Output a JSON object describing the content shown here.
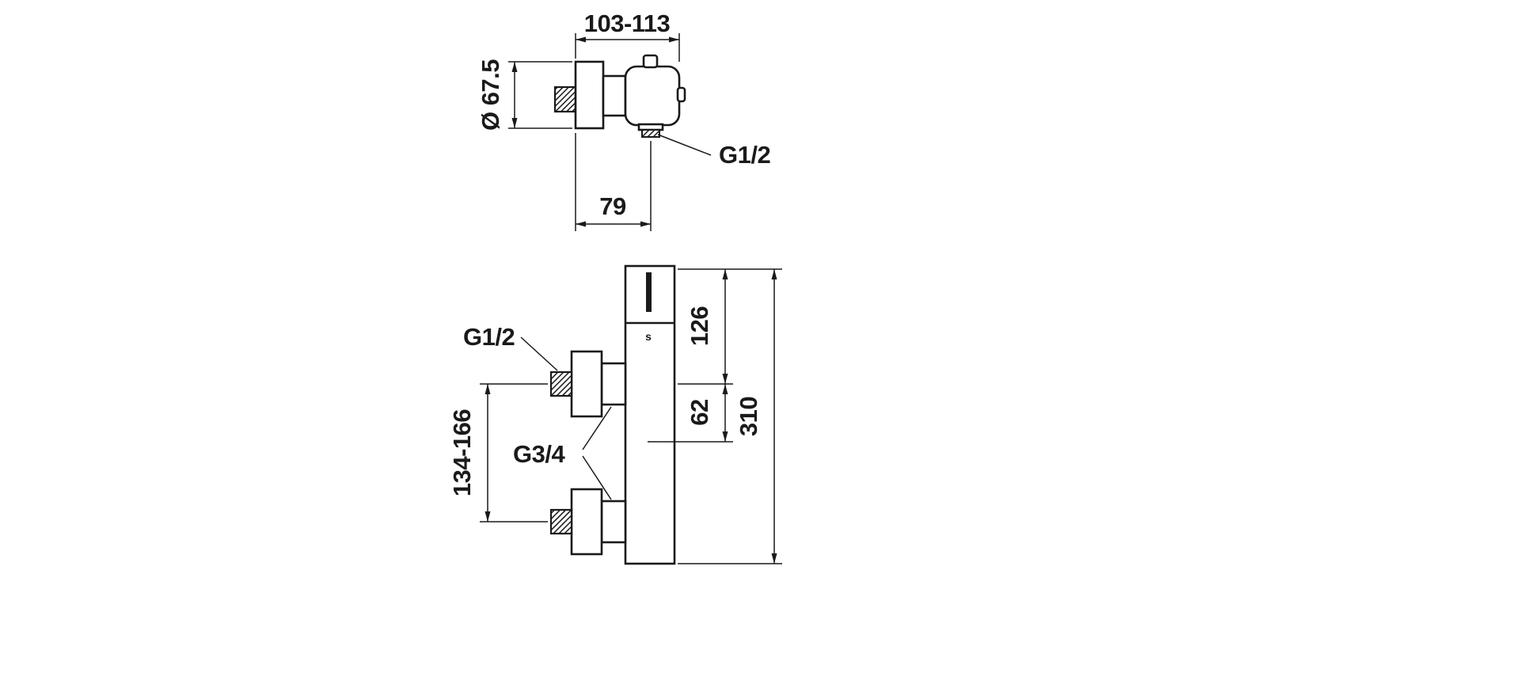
{
  "drawing": {
    "background": "#ffffff",
    "line_color": "#1a1a1a",
    "top_view": {
      "width_range": "103-113",
      "flange_diameter": "Ø 67.5",
      "depth": "79",
      "outlet_thread": "G1/2"
    },
    "front_view": {
      "inlet_thread": "G1/2",
      "inlet_height_range": "134-166",
      "union_thread": "G3/4",
      "top_to_inlet_axis": "126",
      "inlet_to_outlet_axis": "62",
      "total_height": "310",
      "body_mark": "s"
    }
  }
}
